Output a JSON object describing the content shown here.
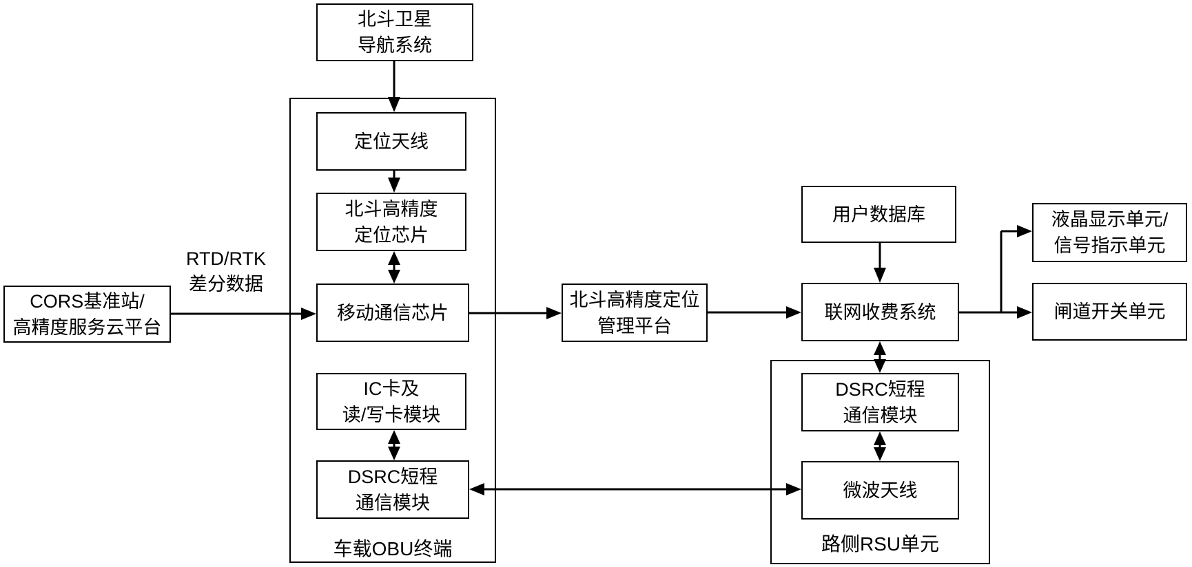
{
  "diagram": {
    "nodes": {
      "beidou_satellite": "北斗卫星\n导航系统",
      "positioning_antenna": "定位天线",
      "beidou_chip": "北斗高精度\n定位芯片",
      "mobile_comm_chip": "移动通信芯片",
      "ic_card_module": "IC卡及\n读/写卡模块",
      "obu_dsrc_module": "DSRC短程\n通信模块",
      "cors_station": "CORS基准站/\n高精度服务云平台",
      "mgmt_platform": "北斗高精度定位\n管理平台",
      "user_database": "用户数据库",
      "toll_system": "联网收费系统",
      "lcd_signal_unit": "液晶显示单元/\n信号指示单元",
      "gate_switch_unit": "闸道开关单元",
      "rsu_dsrc_module": "DSRC短程\n通信模块",
      "microwave_antenna": "微波天线"
    },
    "container_labels": {
      "obu_terminal": "车载OBU终端",
      "rsu_unit": "路侧RSU单元"
    },
    "edge_labels": {
      "rtd_rtk": "RTD/RTK\n差分数据"
    },
    "colors": {
      "line": "#000000",
      "box_fill": "#ffffff",
      "background": "#ffffff"
    }
  }
}
